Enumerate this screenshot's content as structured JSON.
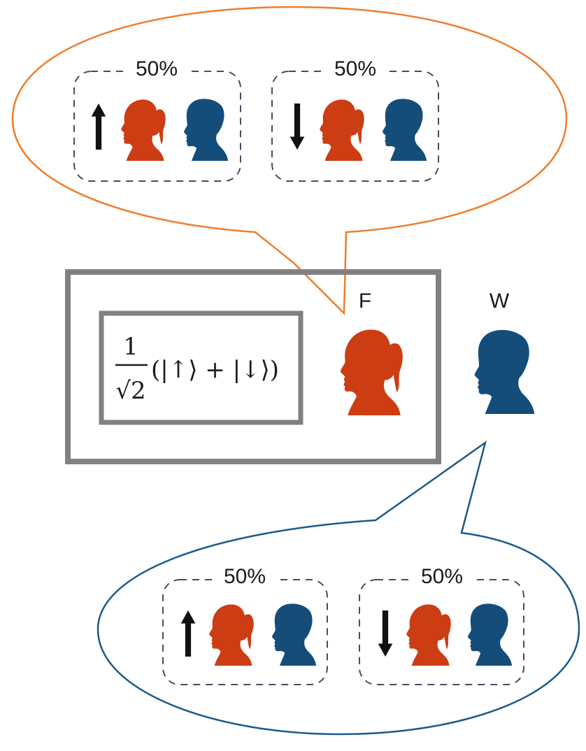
{
  "colors": {
    "friend": "#cc3d14",
    "wigner": "#144d7a",
    "friend_bubble": "#ee7d2c",
    "wigner_bubble": "#1a5a8a",
    "box": "#808085",
    "dash": "#4a4a60"
  },
  "observers": {
    "friend_label": "F",
    "wigner_label": "W"
  },
  "state": {
    "coefficient_numerator": "1",
    "coefficient_denominator": "√2",
    "ket_expression": "(|↑⟩ + |↓⟩)"
  },
  "friend_bubble": {
    "outcomes": [
      {
        "probability": "50%",
        "spin": "up",
        "arrow_icon": "arrow-up-icon"
      },
      {
        "probability": "50%",
        "spin": "down",
        "arrow_icon": "arrow-down-icon"
      }
    ]
  },
  "wigner_bubble": {
    "outcomes": [
      {
        "probability": "50%",
        "spin": "up",
        "arrow_icon": "arrow-up-icon"
      },
      {
        "probability": "50%",
        "spin": "down",
        "arrow_icon": "arrow-down-icon"
      }
    ]
  },
  "icons": [
    "friend-head-icon",
    "wigner-head-icon",
    "arrow-up-icon",
    "arrow-down-icon"
  ]
}
